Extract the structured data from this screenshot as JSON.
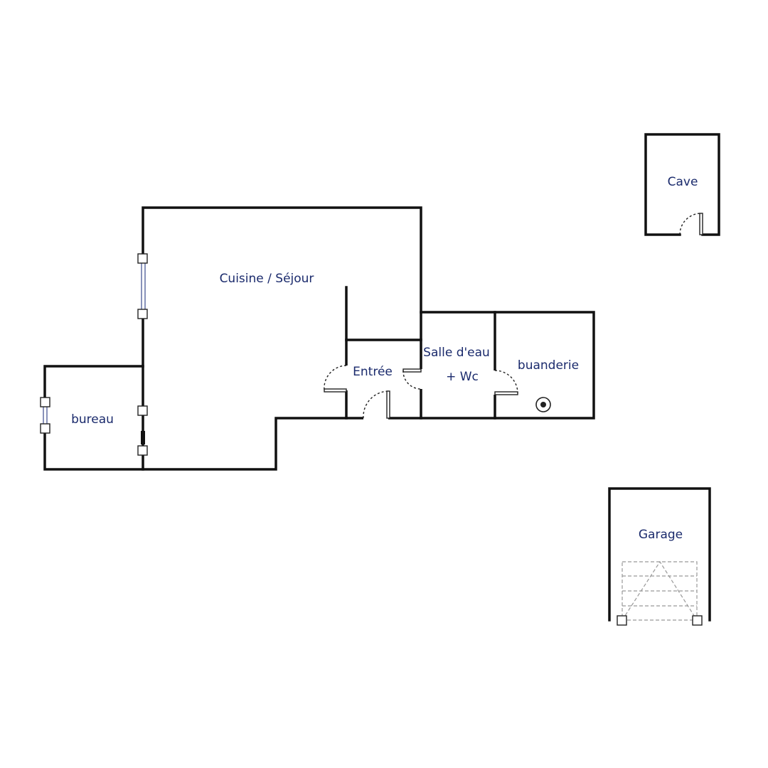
{
  "rooms": {
    "cuisine_sejour": "Cuisine / Séjour",
    "bureau": "bureau",
    "entree": "Entrée",
    "salle_deau_line1": "Salle d'eau",
    "salle_deau_line2": "+ Wc",
    "buanderie": "buanderie",
    "cave": "Cave",
    "garage": "Garage"
  },
  "colors": {
    "walls": "#111111",
    "labels": "#1a2a6c"
  },
  "icons": [
    "window-icon",
    "door-icon",
    "boiler-icon",
    "garage-door-icon"
  ]
}
